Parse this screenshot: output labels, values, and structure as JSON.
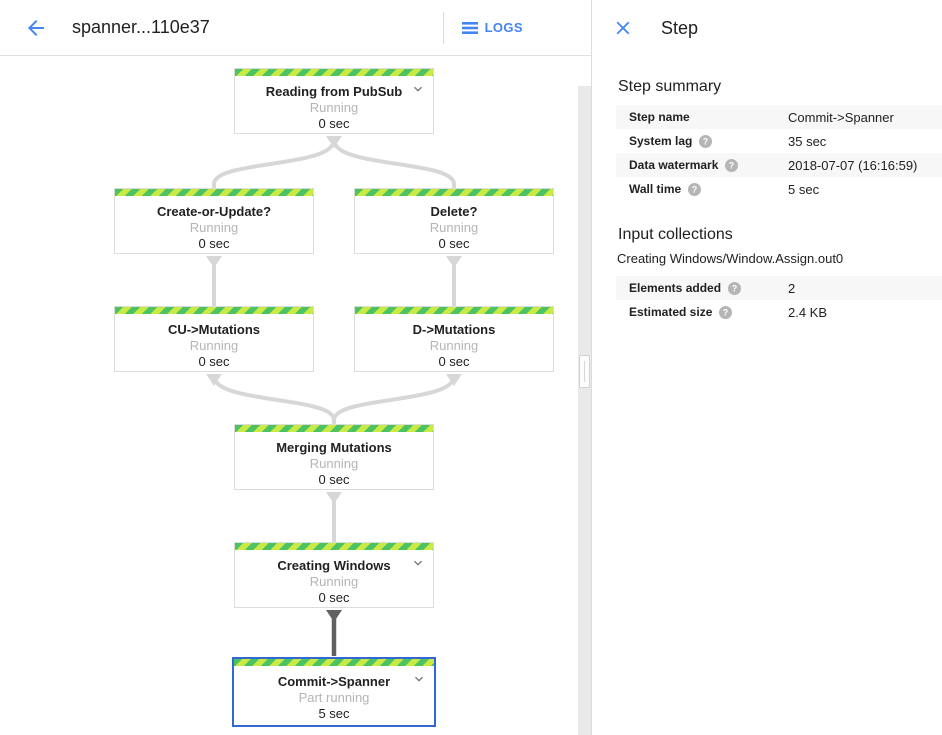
{
  "header": {
    "title": "spanner...110e37",
    "logs_label": "LOGS"
  },
  "panel": {
    "title": "Step",
    "step_summary": {
      "heading": "Step summary",
      "rows": [
        {
          "label": "Step name",
          "value": "Commit->Spanner"
        },
        {
          "label": "System lag",
          "value": "35 sec"
        },
        {
          "label": "Data watermark",
          "value": "2018-07-07 (16:16:59)"
        },
        {
          "label": "Wall time",
          "value": "5 sec"
        }
      ]
    },
    "input_collections": {
      "heading": "Input collections",
      "collection_name": "Creating Windows/Window.Assign.out0",
      "rows": [
        {
          "label": "Elements added",
          "value": "2"
        },
        {
          "label": "Estimated size",
          "value": "2.4 KB"
        }
      ]
    }
  },
  "graph": {
    "nodes": [
      {
        "title": "Reading from PubSub",
        "status": "Running",
        "time": "0 sec"
      },
      {
        "title": "Create-or-Update?",
        "status": "Running",
        "time": "0 sec"
      },
      {
        "title": "Delete?",
        "status": "Running",
        "time": "0 sec"
      },
      {
        "title": "CU->Mutations",
        "status": "Running",
        "time": "0 sec"
      },
      {
        "title": "D->Mutations",
        "status": "Running",
        "time": "0 sec"
      },
      {
        "title": "Merging Mutations",
        "status": "Running",
        "time": "0 sec"
      },
      {
        "title": "Creating Windows",
        "status": "Running",
        "time": "0 sec"
      },
      {
        "title": "Commit->Spanner",
        "status": "Part running",
        "time": "5 sec"
      }
    ]
  },
  "colors": {
    "accent_blue": "#4285f4",
    "selected_border": "#3367d6",
    "stripe_green": "#4dc263",
    "stripe_yellow_green": "#c9ea45",
    "edge_gray": "#d7d7d7",
    "edge_dark": "#616161",
    "row_alt_bg": "#f7f7f7"
  }
}
